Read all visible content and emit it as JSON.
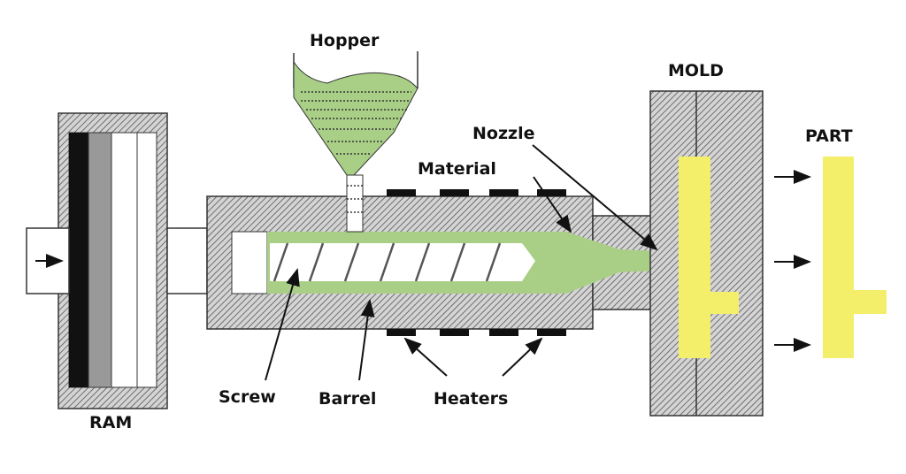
{
  "labels": {
    "hopper": "Hopper",
    "mold": "MOLD",
    "nozzle": "Nozzle",
    "material": "Material",
    "part": "PART",
    "screw": "Screw",
    "barrel": "Barrel",
    "heaters": "Heaters",
    "ram": "RAM"
  },
  "colors": {
    "material_green": "#a9cf86",
    "part_yellow": "#f4ef6a",
    "hatch_bg": "#cfcfcf",
    "hatch_line": "#555555"
  }
}
